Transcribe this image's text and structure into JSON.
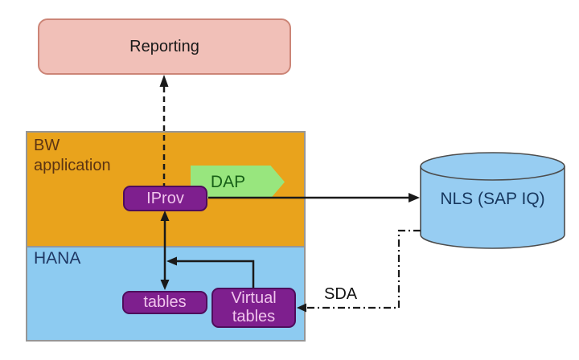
{
  "diagram": {
    "nodes": {
      "reporting": {
        "label": "Reporting",
        "fill": "#f1c0b8",
        "border": "#cc8577"
      },
      "bw": {
        "label": "BW application",
        "fill": "#e9a31c",
        "text_color": "#5c3413"
      },
      "hana": {
        "label": "HANA",
        "fill": "#8dcbf1",
        "text_color": "#1f3864"
      },
      "iprov": {
        "label": "IProv",
        "fill": "#7e1f8e",
        "text_color": "#f0c4ec"
      },
      "dap": {
        "label": "DAP",
        "fill": "#98e67e",
        "text_color": "#176017"
      },
      "tables": {
        "label": "tables",
        "fill": "#7e1f8e",
        "text_color": "#f0c4ec"
      },
      "virtual_tables": {
        "label": "Virtual tables",
        "fill": "#7e1f8e",
        "text_color": "#f0c4ec"
      },
      "nls": {
        "label": "NLS (SAP IQ)",
        "fill": "#97cdf2",
        "text_color": "#17375e"
      },
      "sda": {
        "label": "SDA",
        "text_color": "#111111"
      }
    },
    "edges": [
      {
        "from": "IProv",
        "to": "Reporting",
        "style": "dashed",
        "arrow": "to"
      },
      {
        "from": "IProv",
        "to": "NLS (SAP IQ)",
        "style": "solid",
        "arrow": "to",
        "via": "DAP"
      },
      {
        "from": "IProv",
        "to": "tables",
        "style": "solid",
        "arrow": "both"
      },
      {
        "from": "Virtual tables",
        "to": "IProv-tables-link",
        "style": "solid",
        "arrow": "to"
      },
      {
        "from": "NLS (SAP IQ)",
        "to": "Virtual tables",
        "style": "dash-dot",
        "arrow": "to",
        "label": "SDA"
      }
    ],
    "colors": {
      "line": "#1a1a1a",
      "container_border": "#969696",
      "purple_border": "#4e0d5c",
      "background": "#ffffff"
    }
  }
}
